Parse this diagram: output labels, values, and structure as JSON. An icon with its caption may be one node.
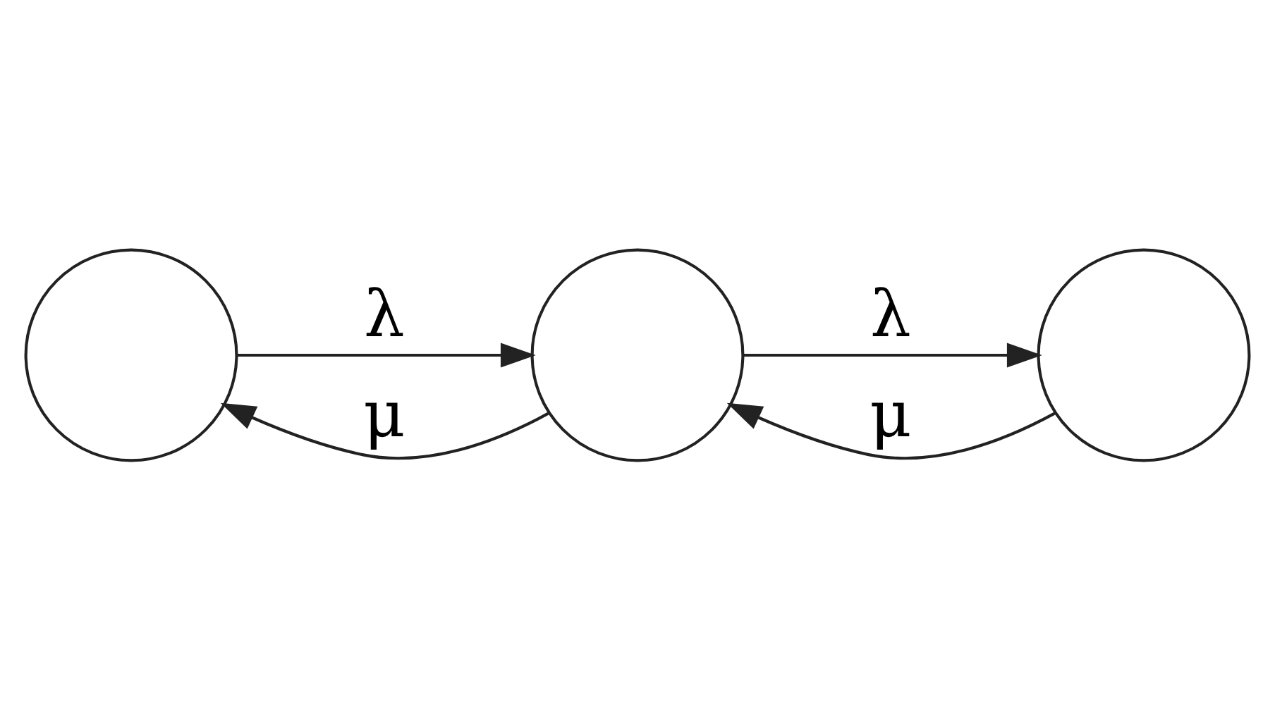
{
  "diagram": {
    "nodes": [
      {
        "text": [],
        "shape": "circle"
      },
      {
        "text": [],
        "shape": "circle"
      },
      {
        "text": [],
        "shape": "circle"
      }
    ],
    "edges": [
      {
        "from": 0,
        "to": 1,
        "arrow": "to",
        "label": "λ"
      },
      {
        "from": 1,
        "to": 2,
        "arrow": "to",
        "label": "λ"
      },
      {
        "from": 1,
        "to": 0,
        "arrow": "to",
        "label": "μ"
      },
      {
        "from": 2,
        "to": 1,
        "arrow": "to",
        "label": "μ"
      }
    ]
  }
}
